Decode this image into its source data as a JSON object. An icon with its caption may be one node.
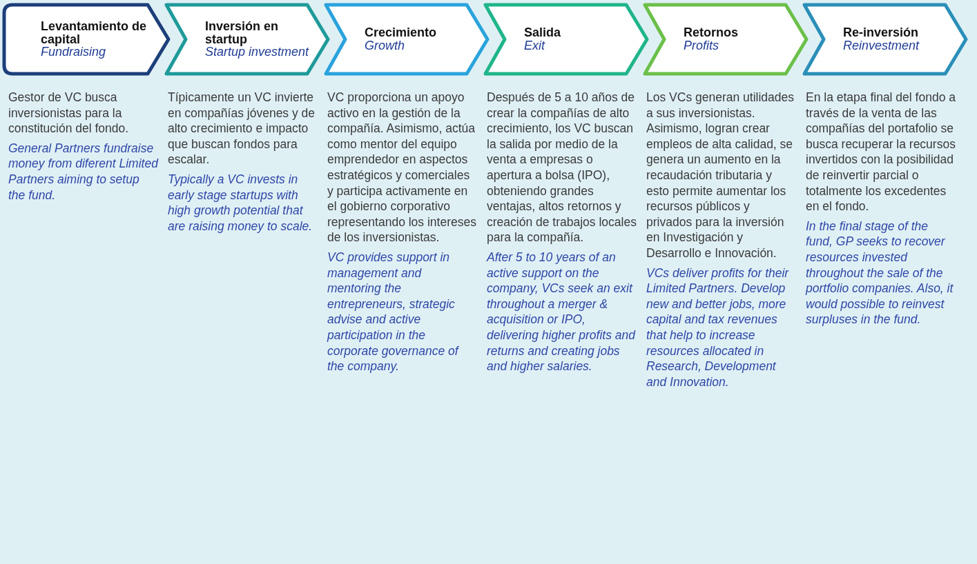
{
  "diagram": {
    "nodes": [
      {
        "text": [
          "Levantamiento de capital",
          "Fundraising"
        ],
        "beside": [
          "Gestor de VC busca inversionistas para la constitución del fondo.",
          "General Partners fundraise money from diferent Limited Partners aiming to setup the fund."
        ]
      },
      {
        "text": [
          "Inversión en startup",
          "Startup investment"
        ],
        "beside": [
          "Típicamente un VC invierte en compañías jóvenes y de alto crecimiento e impacto que buscan fondos para escalar.",
          "Typically a VC invests in early stage startups with high growth potential that are raising money to scale."
        ]
      },
      {
        "text": [
          "Crecimiento",
          "Growth"
        ],
        "beside": [
          "VC proporciona un apoyo activo en la gestión de la compañía. Asimismo, actúa como mentor del equipo emprendedor en aspectos estratégicos y comerciales y participa activamente en el gobierno corporativo representando los intereses de los inversionistas.",
          "VC provides support in management and mentoring the entrepreneurs, strategic advise and active participation in the corporate governance of the company."
        ]
      },
      {
        "text": [
          "Salida",
          "Exit"
        ],
        "beside": [
          "Después de 5 a 10 años de crear la compañías de alto crecimiento, los VC buscan la salida por medio de la venta a empresas o apertura a bolsa (IPO), obteniendo grandes ventajas, altos retornos y creación de trabajos locales para la compañía.",
          "After 5 to 10 years of an active support on the company, VCs seek an exit throughout a merger & acquisition or IPO, delivering higher profits and returns and creating jobs and higher salaries."
        ]
      },
      {
        "text": [
          "Retornos",
          "Profits"
        ],
        "beside": [
          "Los VCs generan utilidades a sus inversionistas. Asimismo, logran crear empleos de alta calidad, se genera un aumento en la recaudación tributaria y esto permite aumentar los recursos públicos y privados para la inversión en Investigación y Desarrollo e Innovación.",
          "VCs deliver profits for their Limited Partners. Develop new and better jobs, more capital and tax revenues that help to increase resources allocated in Research, Development and Innovation."
        ]
      },
      {
        "text": [
          "Re-inversión",
          "Reinvestment"
        ],
        "beside": [
          "En la etapa final del fondo a través de la venta de las compañías del portafolio se busca recuperar la recursos invertidos con la posibilidad de reinvertir parcial o totalmente los excedentes en el fondo.",
          "In the final stage of the fund, GP seeks to recover resources invested throughout the sale of the portfolio companies. Also, it would possible to reinvest surpluses in the fund."
        ]
      }
    ]
  }
}
